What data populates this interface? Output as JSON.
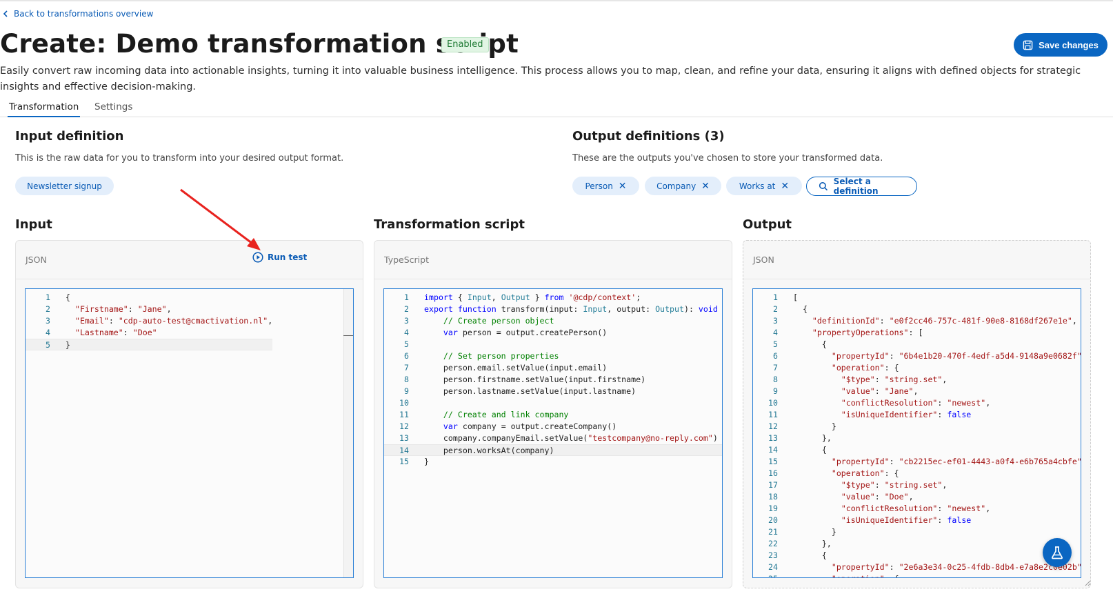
{
  "nav": {
    "back_label": "Back to transformations overview"
  },
  "header": {
    "title": "Create: Demo transformation script",
    "status_badge": "Enabled",
    "save_label": "Save changes",
    "description": "Easily convert raw incoming data into actionable insights, turning it into valuable business intelligence. This process allows you to map, clean, and refine your data, ensuring it aligns with defined objects for strategic insights and effective decision-making."
  },
  "tabs": [
    {
      "label": "Transformation",
      "active": true
    },
    {
      "label": "Settings",
      "active": false
    }
  ],
  "input_definition": {
    "heading": "Input definition",
    "text": "This is the raw data for you to transform into your desired output format.",
    "chip": "Newsletter signup"
  },
  "output_definitions": {
    "heading": "Output definitions (3)",
    "text": "These are the outputs you've chosen to store your transformed data.",
    "chips": [
      "Person",
      "Company",
      "Works at"
    ],
    "select_label": "Select a definition"
  },
  "panels": {
    "input": {
      "title": "Input",
      "lang": "JSON",
      "run_test_label": "Run test",
      "lines": [
        "{",
        "  \"Firstname\": \"Jane\",",
        "  \"Email\": \"cdp-auto-test@cmactivation.nl\",",
        "  \"Lastname\": \"Doe\"",
        "}"
      ]
    },
    "script": {
      "title": "Transformation script",
      "lang": "TypeScript",
      "lines": [
        "import { Input, Output } from '@cdp/context';",
        "export function transform(input: Input, output: Output): void {",
        "    // Create person object",
        "    var person = output.createPerson()",
        "",
        "    // Set person properties",
        "    person.email.setValue(input.email)",
        "    person.firstname.setValue(input.firstname)",
        "    person.lastname.setValue(input.lastname)",
        "",
        "    // Create and link company",
        "    var company = output.createCompany()",
        "    company.companyEmail.setValue(\"testcompany@no-reply.com\")",
        "    person.worksAt(company)",
        "}"
      ]
    },
    "output": {
      "title": "Output",
      "lang": "JSON",
      "lines": [
        "[",
        "  {",
        "    \"definitionId\": \"e0f2cc46-757c-481f-90e8-8168df267e1e\",",
        "    \"propertyOperations\": [",
        "      {",
        "        \"propertyId\": \"6b4e1b20-470f-4edf-a5d4-9148a9e0682f\"",
        "        \"operation\": {",
        "          \"$type\": \"string.set\",",
        "          \"value\": \"Jane\",",
        "          \"conflictResolution\": \"newest\",",
        "          \"isUniqueIdentifier\": false",
        "        }",
        "      },",
        "      {",
        "        \"propertyId\": \"cb2215ec-ef01-4443-a0f4-e6b765a4cbfe\"",
        "        \"operation\": {",
        "          \"$type\": \"string.set\",",
        "          \"value\": \"Doe\",",
        "          \"conflictResolution\": \"newest\",",
        "          \"isUniqueIdentifier\": false",
        "        }",
        "      },",
        "      {",
        "        \"propertyId\": \"2e6a3e34-0c25-4fdb-8db4-e7a8e2c0e02b\"",
        "        \"operation\": {"
      ]
    }
  },
  "icons": {
    "back": "chevron-left-icon",
    "save": "floppy-disk-icon",
    "run": "play-circle-icon",
    "search": "search-icon",
    "remove": "close-icon",
    "fab": "flask-icon"
  },
  "colors": {
    "accent": "#0a66c2",
    "badge_bg": "#e1f5e4",
    "annotation_arrow": "#e8231f"
  }
}
